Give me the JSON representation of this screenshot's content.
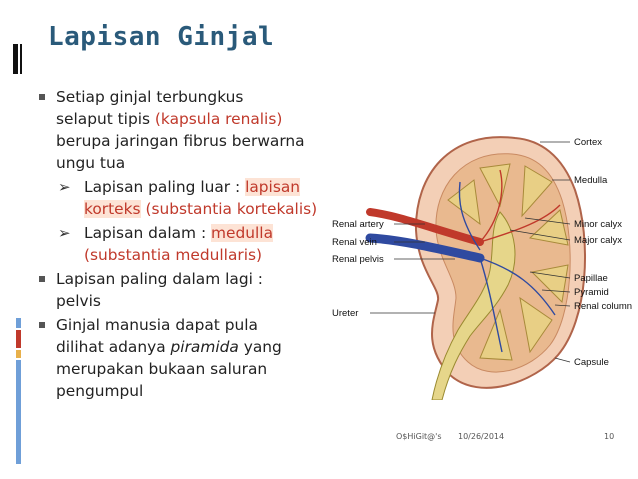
{
  "title": "Lapisan Ginjal",
  "bullets": {
    "b1": {
      "l1": "Setiap ginjal terbungkus",
      "l2a": "selaput tipis ",
      "l2b": "(kapsula renalis)",
      "l3": "berupa jaringan fibrus berwarna",
      "l4": "ungu tua"
    },
    "sub1": {
      "l1a": "Lapisan paling luar : ",
      "l1b": "lapisan",
      "l2a": "korteks",
      "l2b": " (substantia kortekalis)"
    },
    "sub2": {
      "l1a": "Lapisan dalam : ",
      "l1b": "medulla",
      "l2": "(substantia medullaris)"
    },
    "b2": {
      "l1": "Lapisan paling dalam lagi :",
      "l2": "pelvis"
    },
    "b3": {
      "l1": "Ginjal manusia dapat pula",
      "l2a": "dilihat adanya ",
      "l2b": "piramida",
      "l2c": " yang",
      "l3": "merupakan bukaan saluran",
      "l4": "pengumpul"
    }
  },
  "diagram_labels": {
    "cortex": "Cortex",
    "medulla": "Medulla",
    "minor_calyx": "Minor calyx",
    "major_calyx": "Major calyx",
    "papillae": "Papillae",
    "pyramid": "Pyramid",
    "renal_column": "Renal column",
    "capsule": "Capsule",
    "renal_artery": "Renal artery",
    "renal_vein": "Renal vein",
    "renal_pelvis": "Renal pelvis",
    "ureter": "Ureter"
  },
  "footer": {
    "author": "O$HiGit@'s",
    "date": "10/26/2014",
    "page": "10"
  },
  "colors": {
    "title": "#2a5a7a",
    "highlight_text": "#c0392b",
    "bar_blue": "#6f9fd8",
    "bar_red": "#c0392b",
    "bar_yellow": "#e8b04a"
  }
}
